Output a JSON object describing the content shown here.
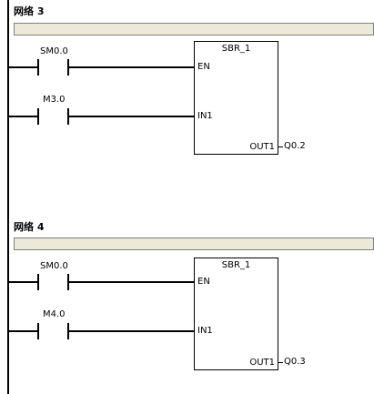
{
  "networks": [
    {
      "title": "网络 3",
      "contacts": [
        {
          "address": "SM0.0"
        },
        {
          "address": "M3.0"
        }
      ],
      "block": {
        "name": "SBR_1",
        "inputs": [
          "EN",
          "IN1"
        ],
        "output": "OUT1",
        "output_address": "Q0.2"
      }
    },
    {
      "title": "网络 4",
      "contacts": [
        {
          "address": "SM0.0"
        },
        {
          "address": "M4.0"
        }
      ],
      "block": {
        "name": "SBR_1",
        "inputs": [
          "EN",
          "IN1"
        ],
        "output": "OUT1",
        "output_address": "Q0.3"
      }
    }
  ]
}
